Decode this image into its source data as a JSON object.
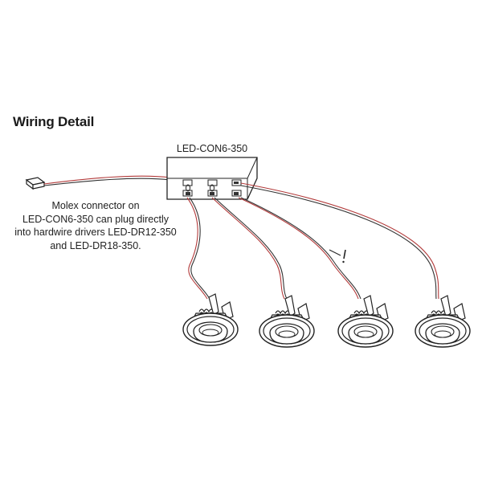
{
  "heading": "Wiring Detail",
  "connector_box_label": "LED-CON6-350",
  "molex_note": [
    "Molex connector on",
    "LED-CON6-350 can plug directly",
    "into hardwire drivers LED-DR12-350",
    "and LED-DR18-350."
  ],
  "colors": {
    "line": "#222222",
    "wire_red": "#b23a3a",
    "wire_dark": "#333333",
    "background": "#ffffff"
  },
  "lights": [
    {
      "name": "recessed-light-1"
    },
    {
      "name": "recessed-light-2"
    },
    {
      "name": "recessed-light-3"
    },
    {
      "name": "recessed-light-4"
    }
  ]
}
